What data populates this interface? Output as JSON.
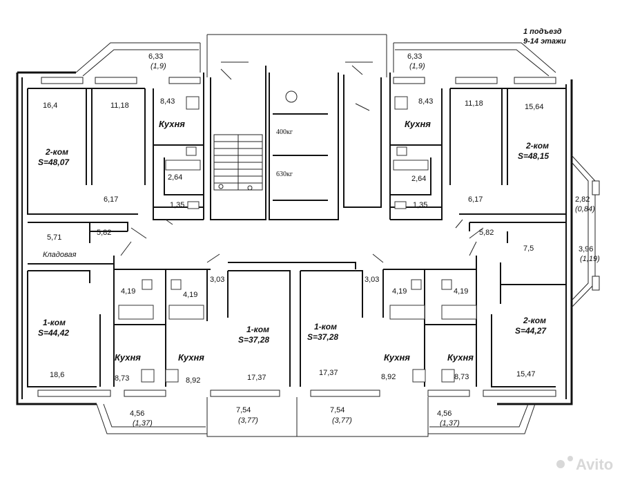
{
  "header": {
    "entrance": "1 подъезд",
    "floors": "9-14 этажи"
  },
  "watermark": "Avito",
  "lifts": {
    "small": "400кг",
    "large": "630кг"
  },
  "balconies": {
    "top_left": {
      "area": "6,33",
      "sub": "(1,9)"
    },
    "top_right": {
      "area": "6,33",
      "sub": "(1,9)"
    },
    "bottom_left": {
      "area": "4,56",
      "sub": "(1,37)"
    },
    "bottom_mid_left": {
      "area": "7,54",
      "sub": "(3,77)"
    },
    "bottom_mid_right": {
      "area": "7,54",
      "sub": "(3,77)"
    },
    "bottom_right": {
      "area": "4,56",
      "sub": "(1,37)"
    },
    "right_upper": {
      "area": "2,82",
      "sub": "(0,84)"
    },
    "right_lower": {
      "area": "3,96",
      "sub": "(1,19)"
    }
  },
  "apt_top_left": {
    "title": "2-ком",
    "total": "S=48,07",
    "room1": "16,4",
    "room2": "11,18",
    "kitchen_area": "8,43",
    "kitchen_label": "Кухня",
    "bath": "2,64",
    "wc": "1,35",
    "hall": "6,17"
  },
  "apt_top_right": {
    "title": "2-ком",
    "total": "S=48,15",
    "room1": "15,64",
    "room2": "11,18",
    "kitchen_area": "8,43",
    "kitchen_label": "Кухня",
    "bath": "2,64",
    "wc": "1,35",
    "hall": "6,17"
  },
  "storage_left": {
    "corridor": "5,71",
    "closet": "5,82",
    "label": "Кладовая"
  },
  "storage_right": {
    "closet": "5,82",
    "corridor": "7,5"
  },
  "apt_bottom_left": {
    "title": "1-ком",
    "total": "S=44,42",
    "room": "18,6",
    "kitchen_area": "8,73",
    "kitchen_label": "Кухня",
    "bath": "4,19"
  },
  "apt_bottom_mid_left": {
    "title": "1-ком",
    "total": "S=37,28",
    "room": "17,37",
    "kitchen_area": "8,92",
    "kitchen_label": "Кухня",
    "bath": "4,19",
    "hall": "3,03"
  },
  "apt_bottom_mid_right": {
    "title": "1-ком",
    "total": "S=37,28",
    "room": "17,37",
    "kitchen_area": "8,92",
    "kitchen_label": "Кухня",
    "bath": "4,19",
    "hall": "3,03"
  },
  "apt_bottom_right": {
    "title": "2-ком",
    "total": "S=44,27",
    "room": "15,47",
    "kitchen_area": "8,73",
    "kitchen_label": "Кухня",
    "bath": "4,19"
  }
}
